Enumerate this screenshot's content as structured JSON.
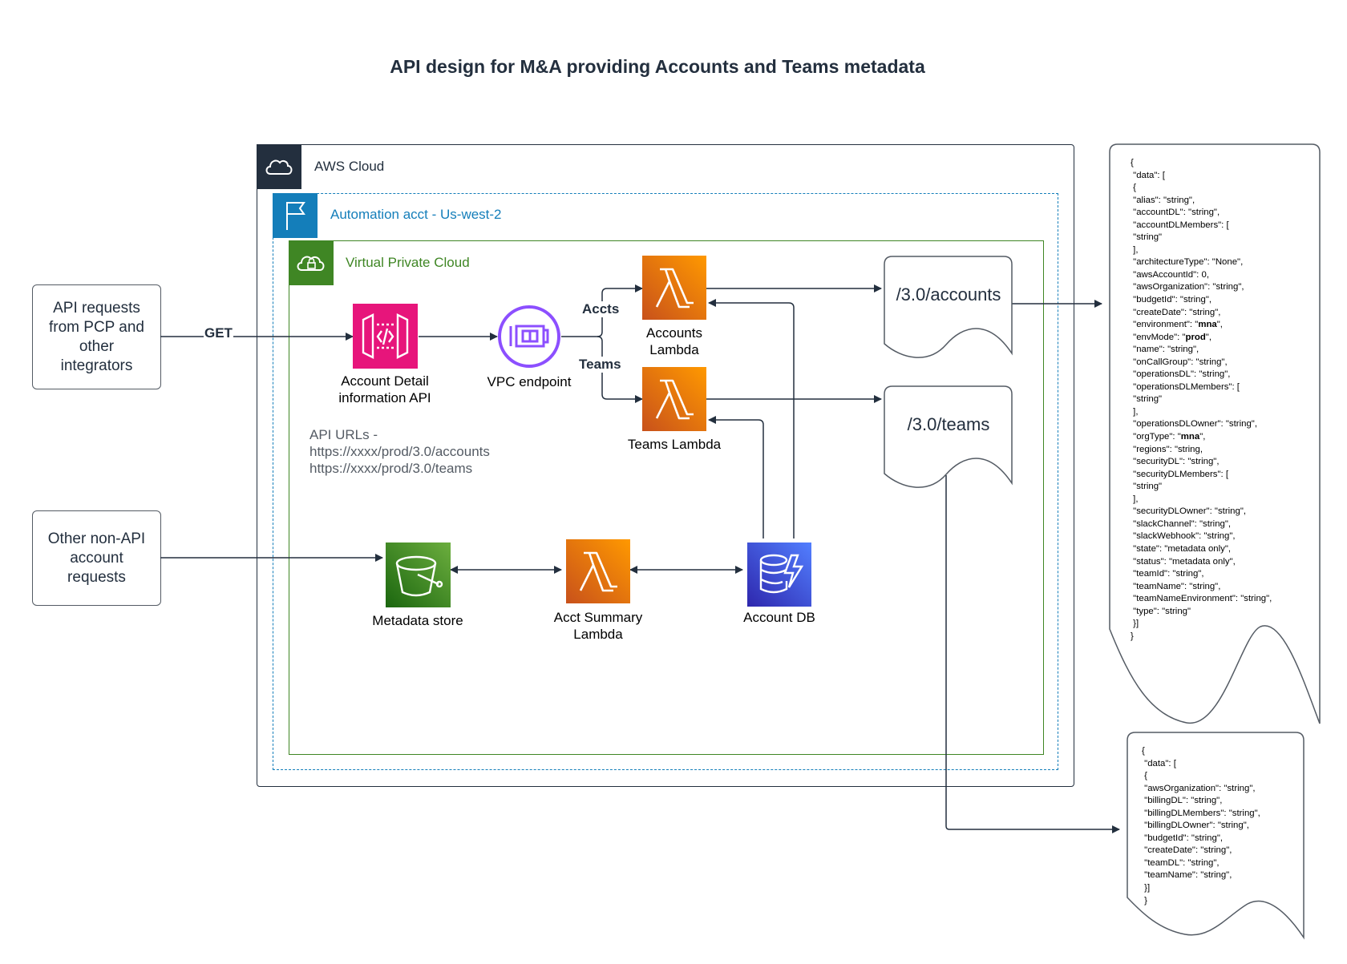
{
  "title": "API design for M&A providing Accounts and Teams metadata",
  "groups": {
    "aws_cloud": "AWS Cloud",
    "automation_account": "Automation acct - Us-west-2",
    "vpc": "Virtual Private Cloud"
  },
  "external": {
    "api_requests": "API requests\nfrom PCP and\nother\nintegrators",
    "non_api_requests": "Other non-API\naccount\nrequests"
  },
  "services": {
    "api_gateway": "Account Detail\ninformation API",
    "vpc_endpoint": "VPC endpoint",
    "accounts_lambda": "Accounts\nLambda",
    "teams_lambda": "Teams Lambda",
    "metadata_store": "Metadata store",
    "summary_lambda": "Acct Summary\nLambda",
    "account_db": "Account DB"
  },
  "edge_labels": {
    "get": "GET",
    "accts": "Accts",
    "teams": "Teams"
  },
  "api_urls": "API URLs -\nhttps://xxxx/prod/3.0/accounts\nhttps://xxxx/prod/3.0/teams",
  "documents": {
    "accounts_endpoint": "/3.0/accounts",
    "teams_endpoint": "/3.0/teams"
  },
  "accounts_schema": [
    "{",
    " \"data\": [",
    " {",
    " \"alias\": \"string\",",
    " \"accountDL\": \"string\",",
    " \"accountDLMembers\": [",
    " \"string\"",
    " ],",
    " \"architectureType\": \"None\",",
    " \"awsAccountId\": 0,",
    " \"awsOrganization\": \"string\",",
    " \"budgetId\": \"string\",",
    " \"createDate\": \"string\",",
    " \"environment\": \"mna\",",
    " \"envMode\": \"prod\",",
    " \"name\": \"string\",",
    " \"onCallGroup\": \"string\",",
    " \"operationsDL\": \"string\",",
    " \"operationsDLMembers\": [",
    " \"string\"",
    " ],",
    " \"operationsDLOwner\": \"string\",",
    " \"orgType\": \"mna\",",
    " \"regions\": \"string,",
    " \"securityDL\": \"string\",",
    " \"securityDLMembers\": [",
    " \"string\"",
    " ],",
    " \"securityDLOwner\": \"string\",",
    " \"slackChannel\": \"string\",",
    " \"slackWebhook\": \"string\",",
    " \"state\": \"metadata only\",",
    " \"status\": \"metadata only\",",
    " \"teamId\": \"string\",",
    " \"teamName\": \"string\",",
    " \"teamNameEnvironment\": \"string\",",
    " \"type\": \"string\"",
    " }]",
    "}"
  ],
  "teams_schema": [
    "{",
    " \"data\": [",
    " {",
    " \"awsOrganization\": \"string\",",
    " \"billingDL\": \"string\",",
    " \"billingDLMembers\": \"string\",",
    " \"billingDLOwner\": \"string\",",
    " \"budgetId\": \"string\",",
    " \"createDate\": \"string\",",
    " \"teamDL\": \"string\",",
    " \"teamName\": \"string\",",
    " }]",
    " }"
  ],
  "colors": {
    "ink": "#232f3e",
    "api_gateway": "#e7157b",
    "vpc_endpoint": "#8c4fff",
    "lambda": "#ed7100",
    "s3": "#3f8624",
    "dynamodb": "#3b48cc",
    "vpc_group": "#3f8624",
    "account_group": "#147eba"
  }
}
